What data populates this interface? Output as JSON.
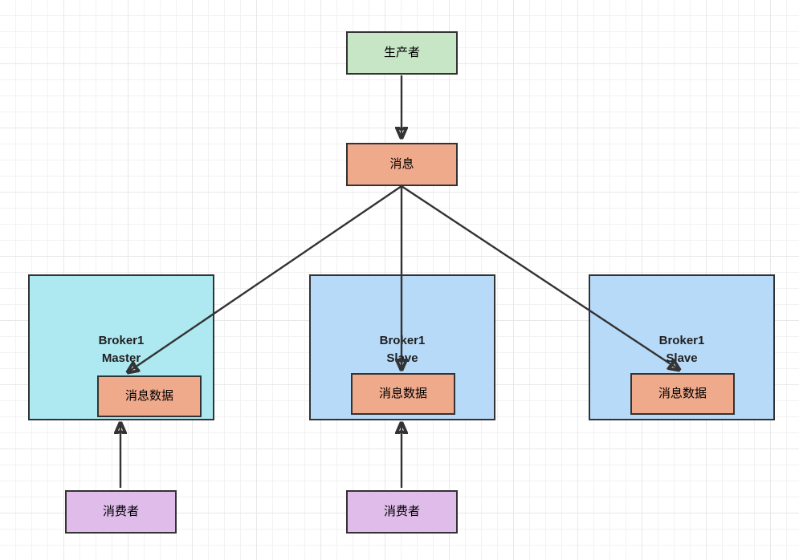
{
  "diagram": {
    "title": "RocketMQ Broker Master-Slave Message Replication",
    "colors": {
      "producer_fill": "#c6e6c6",
      "message_fill": "#efa98b",
      "broker_master_fill": "#aee9f2",
      "broker_slave_fill": "#b8daf9",
      "data_fill": "#efa98b",
      "consumer_fill": "#dfbcea",
      "stroke": "#333333",
      "grid_minor": "#f2f2f2",
      "grid_major": "#e8e8e8",
      "background": "#ffffff"
    },
    "nodes": {
      "producer": {
        "label": "生产者"
      },
      "message": {
        "label": "消息"
      },
      "broker_left": {
        "line1": "Broker1",
        "line2": "Master",
        "label": "Broker1\nMaster",
        "data_label": "消息数据"
      },
      "broker_middle": {
        "line1": "Broker1",
        "line2": "Slave",
        "label": "Broker1\nSlave",
        "data_label": "消息数据"
      },
      "broker_right": {
        "line1": "Broker1",
        "line2": "Slave",
        "label": "Broker1\nSlave",
        "data_label": "消息数据"
      },
      "consumer_left": {
        "label": "消费者"
      },
      "consumer_middle": {
        "label": "消费者"
      }
    },
    "edges": [
      {
        "name": "producer-to-message",
        "from": "producer",
        "to": "message",
        "direction": "down"
      },
      {
        "name": "message-to-broker-left-data",
        "from": "message",
        "to": "broker_left.data",
        "direction": "down-left"
      },
      {
        "name": "message-to-broker-middle-data",
        "from": "message",
        "to": "broker_middle.data",
        "direction": "down"
      },
      {
        "name": "message-to-broker-right-data",
        "from": "message",
        "to": "broker_right.data",
        "direction": "down-right"
      },
      {
        "name": "consumer-left-to-broker-left",
        "from": "consumer_left",
        "to": "broker_left",
        "direction": "up"
      },
      {
        "name": "consumer-middle-to-broker-middle",
        "from": "consumer_middle",
        "to": "broker_middle",
        "direction": "up"
      }
    ]
  }
}
